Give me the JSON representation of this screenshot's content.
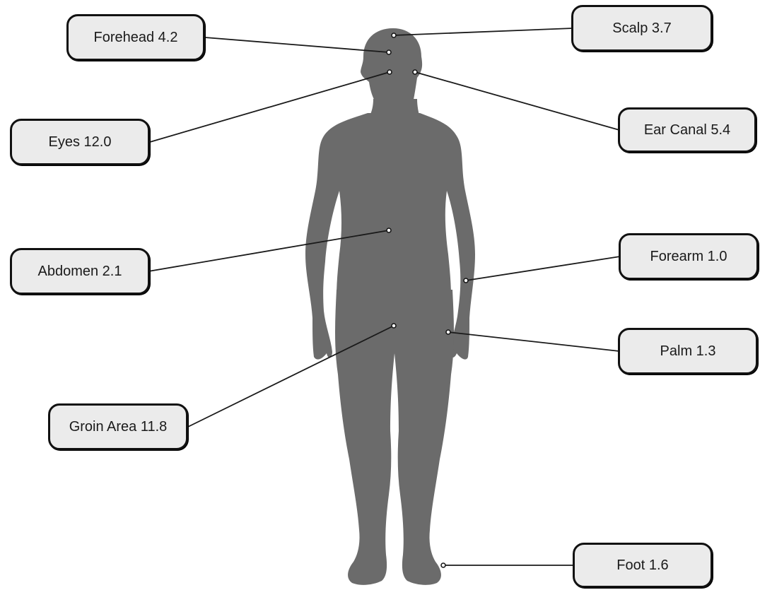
{
  "colors": {
    "silhouette": "#6b6b6b",
    "label_fill": "#ebebeb",
    "label_border": "#111111",
    "leader_line": "#1a1a1a"
  },
  "labels": {
    "forehead": "Forehead 4.2",
    "scalp": "Scalp 3.7",
    "eyes": "Eyes 12.0",
    "ear_canal": "Ear Canal 5.4",
    "abdomen": "Abdomen 2.1",
    "forearm": "Forearm 1.0",
    "palm": "Palm 1.3",
    "groin_area": "Groin Area 11.8",
    "foot": "Foot 1.6"
  }
}
